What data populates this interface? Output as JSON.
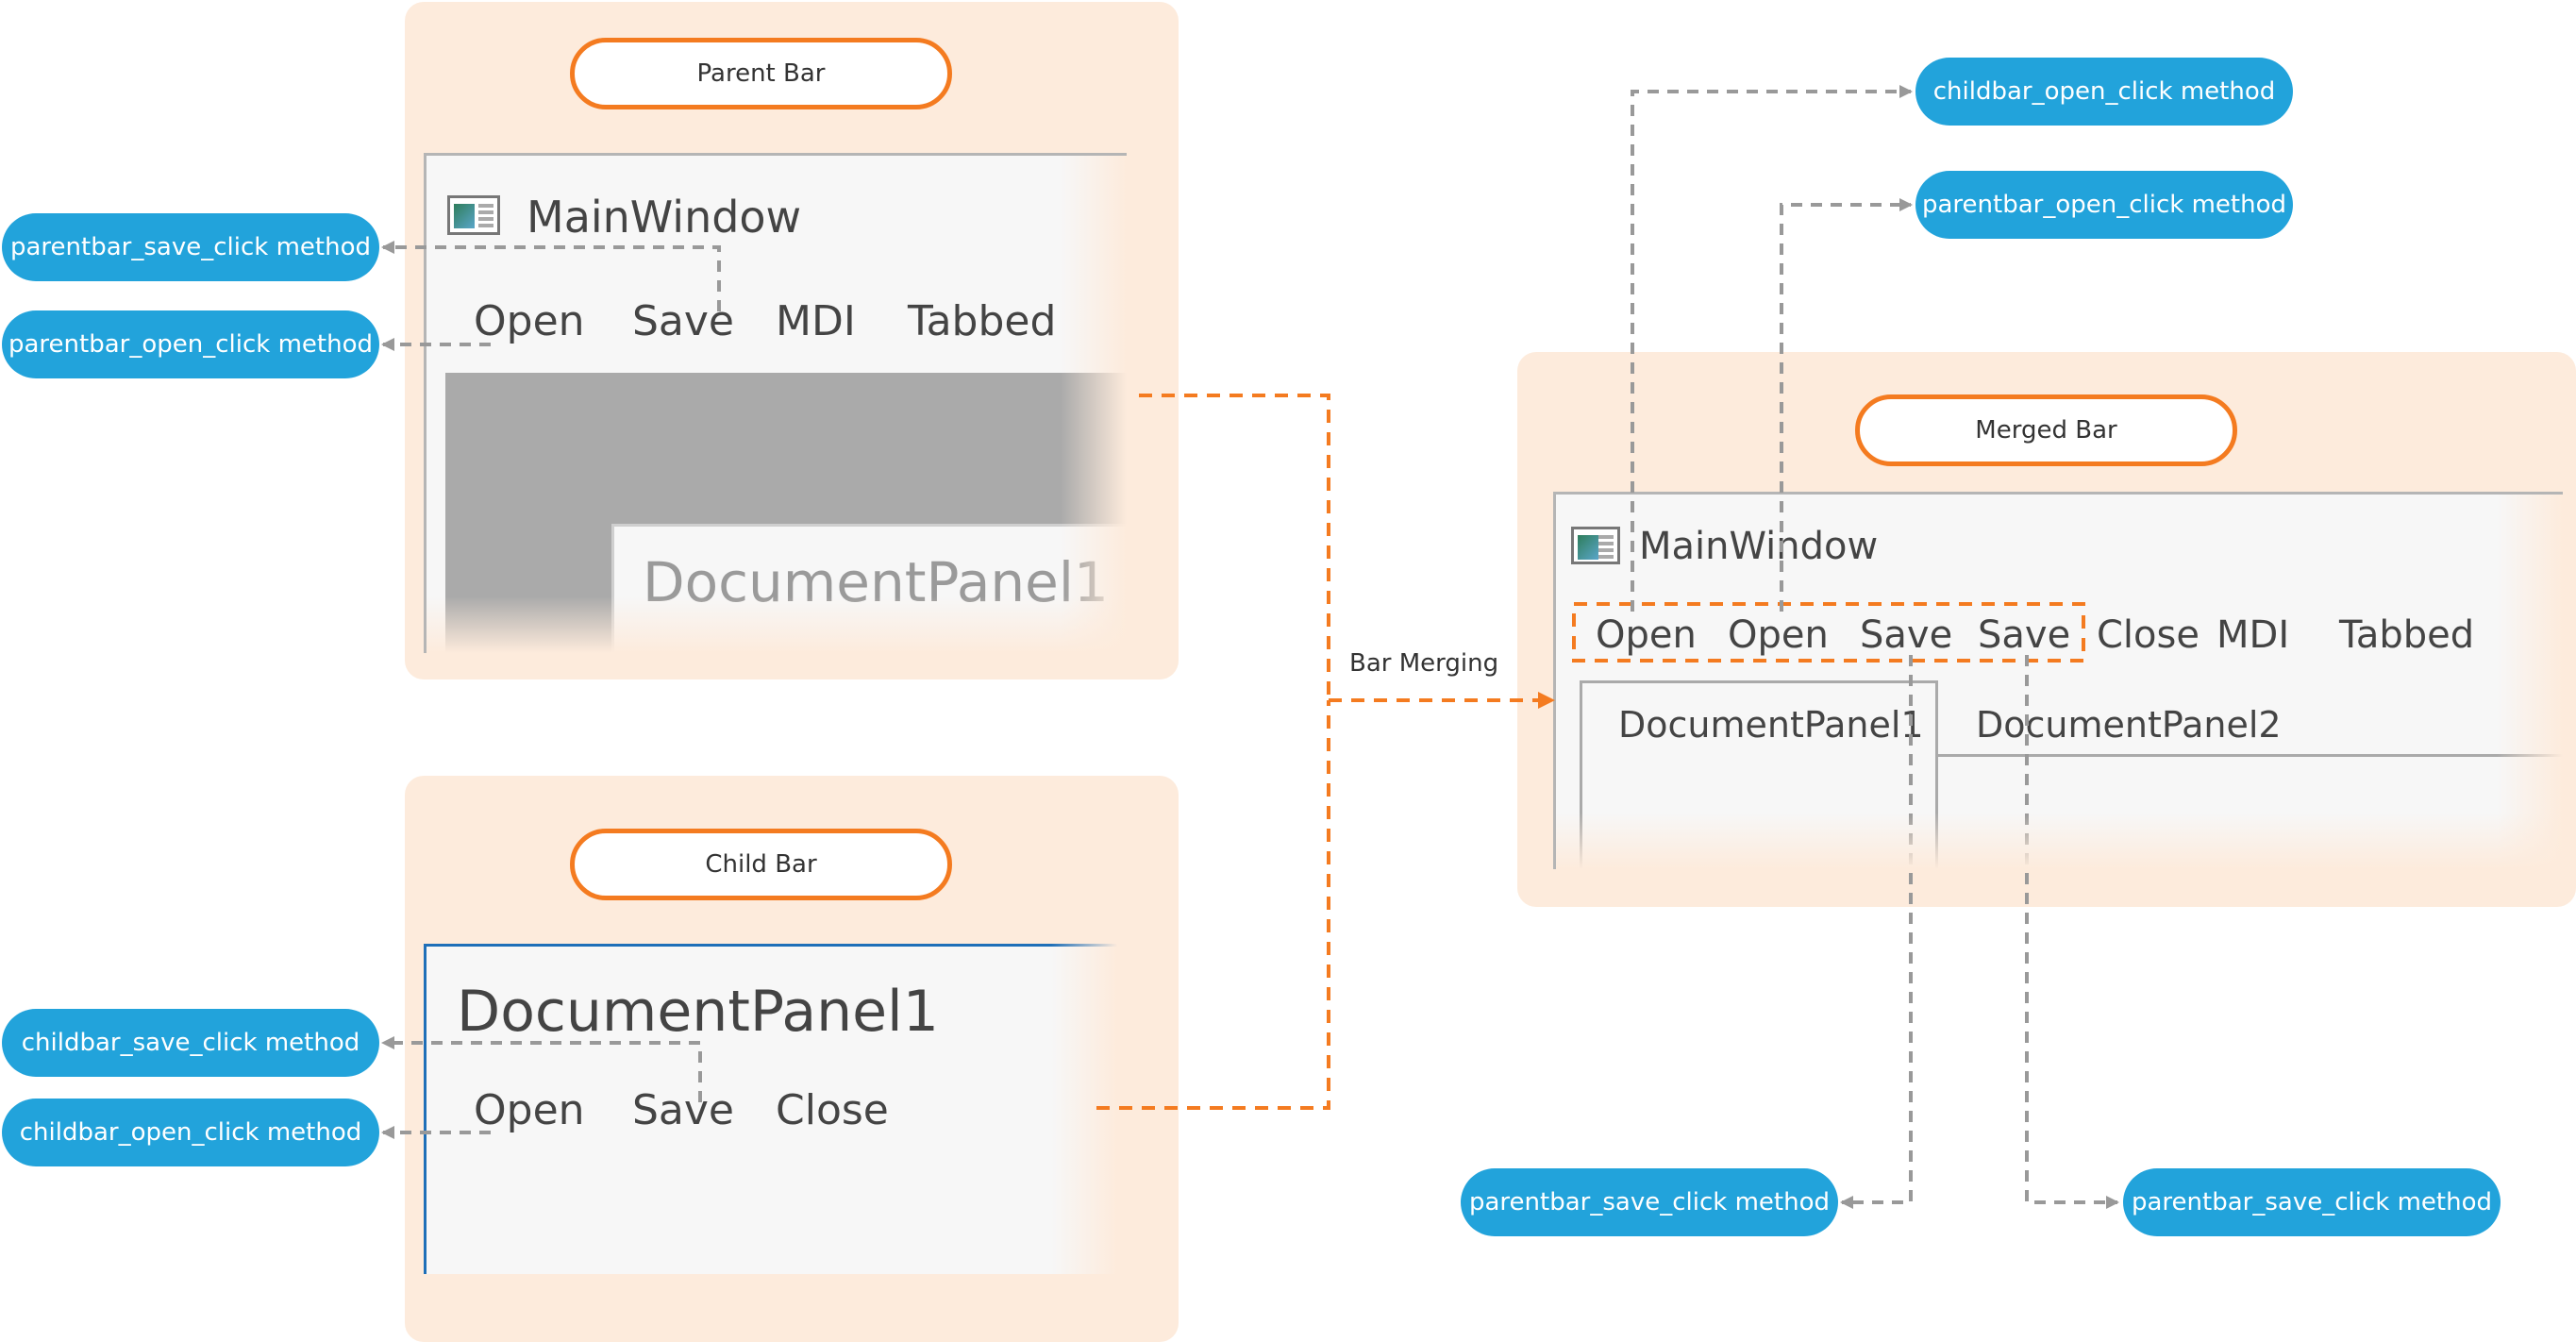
{
  "parent_bar": {
    "title": "Parent Bar",
    "window_title": "MainWindow",
    "menu": [
      "Open",
      "Save",
      "MDI",
      "Tabbed"
    ],
    "document": "DocumentPanel1"
  },
  "child_bar": {
    "title": "Child Bar",
    "document": "DocumentPanel1",
    "menu": [
      "Open",
      "Save",
      "Close"
    ]
  },
  "merged_bar": {
    "title": "Merged Bar",
    "window_title": "MainWindow",
    "menu": [
      "Open",
      "Open",
      "Save",
      "Save",
      "Close",
      "MDI",
      "Tabbed"
    ],
    "tabs": [
      "DocumentPanel1",
      "DocumentPanel2"
    ]
  },
  "bar_merging_label": "Bar Merging",
  "methods": {
    "parent_left_save": "parentbar_save_click method",
    "parent_left_open": "parentbar_open_click method",
    "child_left_save": "childbar_save_click method",
    "child_left_open": "childbar_open_click method",
    "merged_top_childbar_open": "childbar_open_click method",
    "merged_top_parentbar_open": "parentbar_open_click method",
    "merged_bottom_save_1": "parentbar_save_click method",
    "merged_bottom_save_2": "parentbar_save_click method"
  },
  "colors": {
    "accent_orange": "#f47b20",
    "badge_blue": "#22a3db",
    "panel_bg": "#fdebdc",
    "connector_gray": "#999999"
  }
}
